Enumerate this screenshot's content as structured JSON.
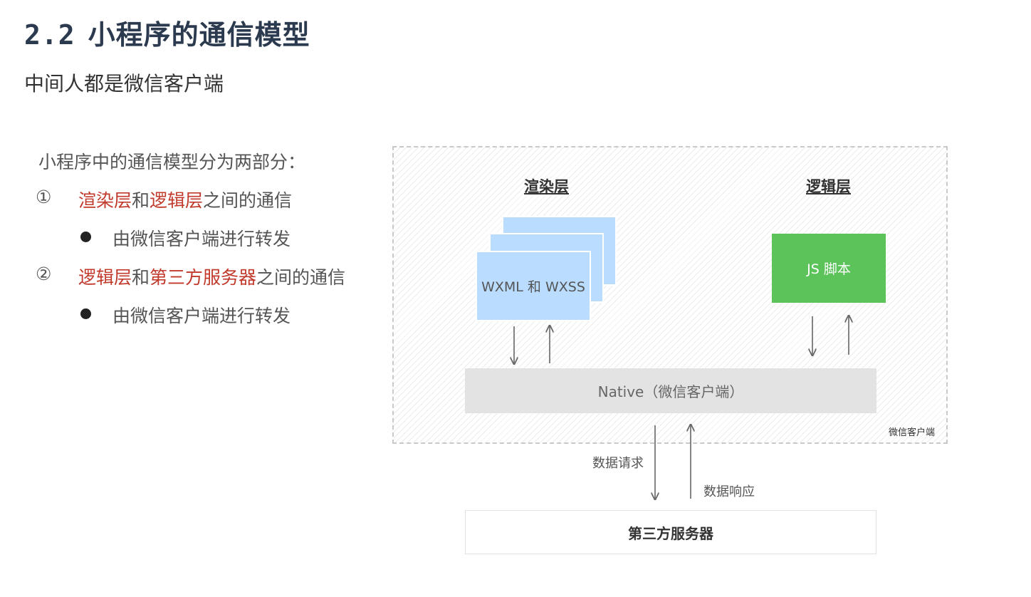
{
  "slide": {
    "title_number": "2.2",
    "title_text": "小程序的通信模型",
    "subtitle": "中间人都是微信客户端"
  },
  "list": {
    "intro": "小程序中的通信模型分为两部分：",
    "items": [
      {
        "marker": "①",
        "part1": "渲染层",
        "connector": "和",
        "part2": "逻辑层",
        "suffix": "之间的通信",
        "bullet": "由微信客户端进行转发"
      },
      {
        "marker": "②",
        "part1": "逻辑层",
        "connector": "和",
        "part2": "第三方服务器",
        "suffix": "之间的通信",
        "bullet": "由微信客户端进行转发"
      }
    ]
  },
  "diagram": {
    "render_layer_title": "渲染层",
    "logic_layer_title": "逻辑层",
    "render_card_label": "WXML 和 WXSS",
    "logic_card_label": "JS 脚本",
    "native_label": "Native（微信客户端）",
    "client_frame_label": "微信客户端",
    "request_label": "数据请求",
    "response_label": "数据响应",
    "server_label": "第三方服务器"
  },
  "colors": {
    "accent_red": "#c0392b",
    "render_blue": "#b9dcff",
    "logic_green": "#5cc25a",
    "native_gray": "#e3e3e3",
    "title_navy": "#2b3a4e"
  }
}
